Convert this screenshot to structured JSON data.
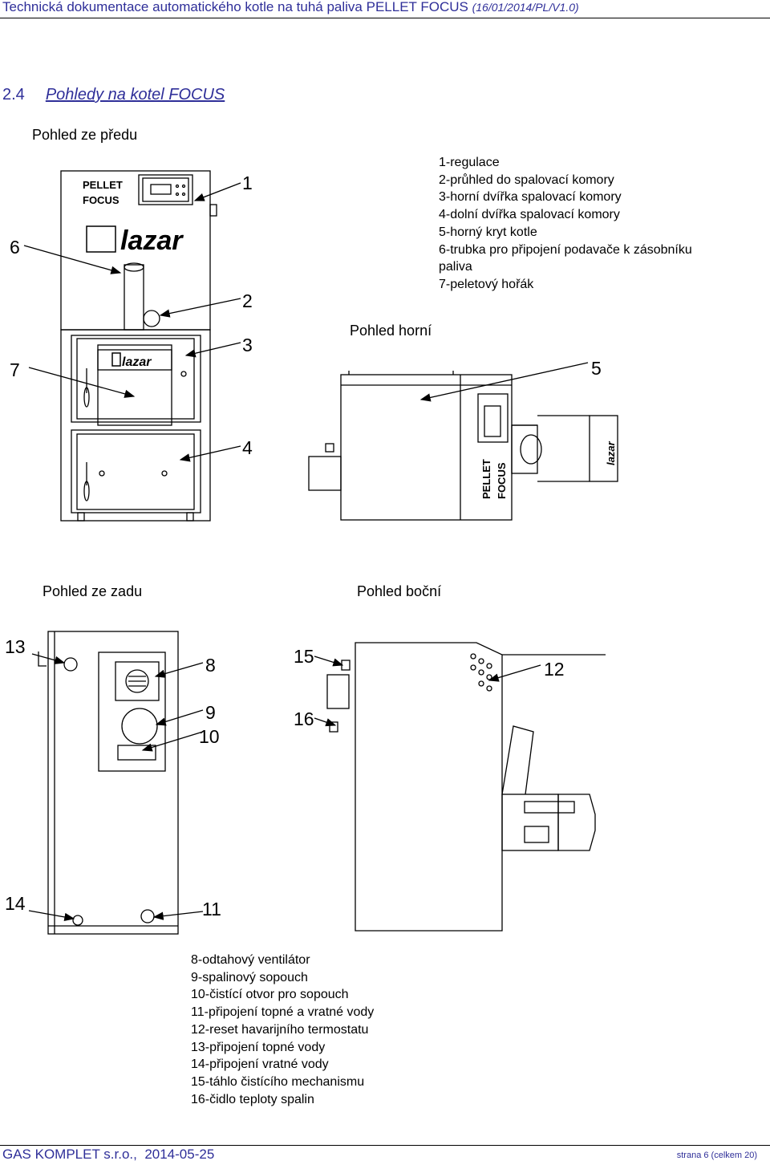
{
  "header": {
    "title": "Technická dokumentace automatického kotle na tuhá paliva PELLET FOCUS",
    "version": "(16/01/2014/PL/V1.0)"
  },
  "section": {
    "number": "2.4",
    "title": "Pohledy na kotel FOCUS"
  },
  "views": {
    "front": "Pohled ze předu",
    "top": "Pohled horní",
    "rear": "Pohled ze zadu",
    "side": "Pohled boční"
  },
  "legend_top": [
    "1-regulace",
    "2-průhled do spalovací komory",
    "3-horní dvířka spalovací komory",
    "4-dolní dvířka spalovací komory",
    "5-horný kryt kotle",
    "6-trubka pro připojení podavače k zásobníku",
    "paliva",
    "7-peletový hořák"
  ],
  "legend_bottom": [
    "8-odtahový ventilátor",
    "9-spalinový sopouch",
    "10-čistící otvor pro sopouch",
    "11-připojení topné a vratné vody",
    "12-reset havarijního termostatu",
    "13-připojení topné vody",
    "14-připojení vratné vody",
    "15-táhlo čistícího mechanismu",
    "16-čidlo teploty spalin"
  ],
  "callouts": [
    "1",
    "2",
    "3",
    "4",
    "5",
    "6",
    "7",
    "8",
    "9",
    "10",
    "11",
    "12",
    "13",
    "14",
    "15",
    "16"
  ],
  "boiler_labels": {
    "pellet": "PELLET",
    "focus": "FOCUS",
    "brand": "lazar"
  },
  "footer": {
    "company": "GAS KOMPLET s.r.o.,",
    "date": "2014-05-25",
    "page": "strana 6 (celkem 20)"
  },
  "colors": {
    "header_text": "#2f2f99",
    "line": "#000000"
  }
}
